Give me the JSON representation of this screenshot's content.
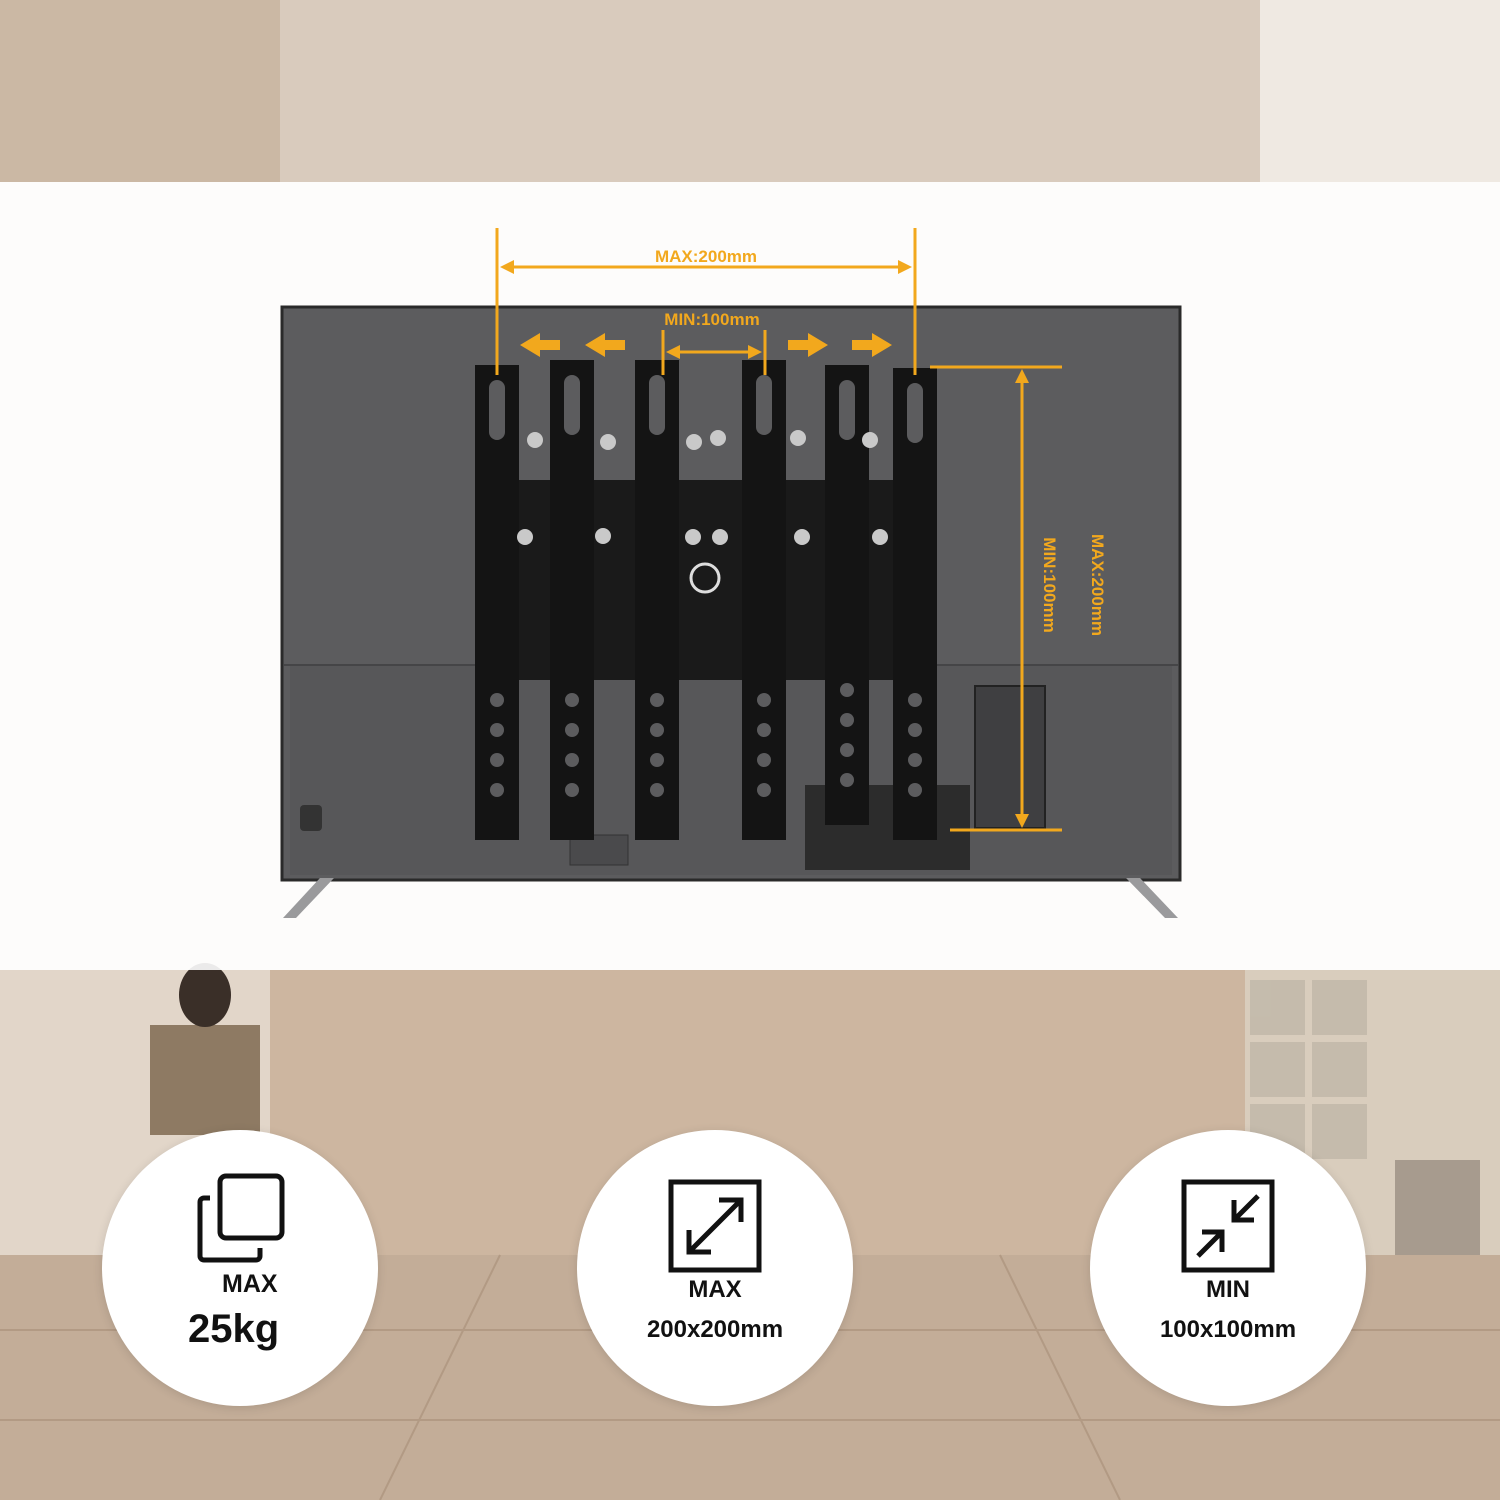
{
  "colors": {
    "accent": "#f2a81d",
    "tv_back": "#5c5c5e",
    "bracket": "#111111"
  },
  "diagram": {
    "max_width_label": "MAX:200mm",
    "min_width_label": "MIN:100mm",
    "max_height_label": "MAX:200mm",
    "min_height_label": "MIN:100mm"
  },
  "badges": [
    {
      "icon": "stacked-squares-icon",
      "line1": "MAX",
      "line2": "25kg"
    },
    {
      "icon": "expand-arrows-icon",
      "line1": "MAX",
      "line2": "200x200mm"
    },
    {
      "icon": "compress-arrows-icon",
      "line1": "MIN",
      "line2": "100x100mm"
    }
  ]
}
